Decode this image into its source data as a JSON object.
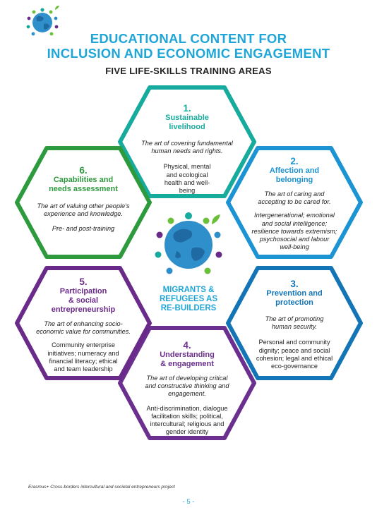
{
  "header": {
    "title_line1": "EDUCATIONAL CONTENT FOR",
    "title_line2": "INCLUSION AND ECONOMIC ENGAGEMENT",
    "subtitle": "FIVE LIFE-SKILLS TRAINING AREAS"
  },
  "center": {
    "line1": "MIGRANTS &",
    "line2": "REFUGEES AS",
    "line3": "RE-BUILDERS"
  },
  "areas": [
    {
      "number": "1.",
      "name_lines": [
        "Sustainable",
        "livelihood"
      ],
      "quote_lines": [
        "The art of covering fundamental",
        "human needs and rights."
      ],
      "detail_lines": [
        "Physical, mental",
        "and ecological",
        "health and well-",
        "being"
      ],
      "color": "#16ab9c"
    },
    {
      "number": "2.",
      "name_lines": [
        "Affection and",
        "belonging"
      ],
      "quote_lines": [
        "The art of caring and",
        "accepting to be cared for."
      ],
      "detail_lines": [
        "Intergenerational; emotional",
        "and social intelligence;",
        "resilience towards extremism;",
        "psychosocial and labour",
        "well-being"
      ],
      "color": "#1c93d2"
    },
    {
      "number": "3.",
      "name_lines": [
        "Prevention and",
        "protection"
      ],
      "quote_lines": [
        "The art of promoting",
        "human security."
      ],
      "detail_lines": [
        "Personal and community",
        "dignity; peace and social",
        "cohesion; legal and ethical",
        "eco-governance"
      ],
      "color": "#1374b6"
    },
    {
      "number": "4.",
      "name_lines": [
        "Understanding",
        "& engagement"
      ],
      "quote_lines": [
        "The art of developing critical",
        "and constructive thinking and",
        "engagement."
      ],
      "detail_lines": [
        "Anti-discrimination, dialogue",
        "facilitation skills; political,",
        "intercultural; religious and",
        "gender identity"
      ],
      "color": "#6b2f8f"
    },
    {
      "number": "5.",
      "name_lines": [
        "Participation",
        "& social",
        "entrepreneurship"
      ],
      "quote_lines": [
        "The art of enhancing socio-",
        "economic value for communities."
      ],
      "detail_lines": [
        "Community enterprise",
        "initiatives; numeracy and",
        "financial literacy; ethical",
        "and team leadership"
      ],
      "color": "#6a2a8a"
    },
    {
      "number": "6.",
      "name_lines": [
        "Capabilities and",
        "needs assessment"
      ],
      "quote_lines": [
        "The art of valuing other people's",
        "experience and knowledge."
      ],
      "detail_lines": [
        "Pre- and post-training"
      ],
      "color": "#2d9a3d"
    }
  ],
  "footer": {
    "note": "Erasmus+ Cross-borders intercultural and societal entrepreneurs project",
    "page": "- 5 -"
  },
  "colors": {
    "accent": "#1fa6d8",
    "globe_ocean": "#2f8fcb",
    "globe_land": "#1f6aa3",
    "figure_green": "#6cbf3b",
    "figure_purple": "#6a2a8a",
    "figure_teal": "#16ab9c"
  }
}
